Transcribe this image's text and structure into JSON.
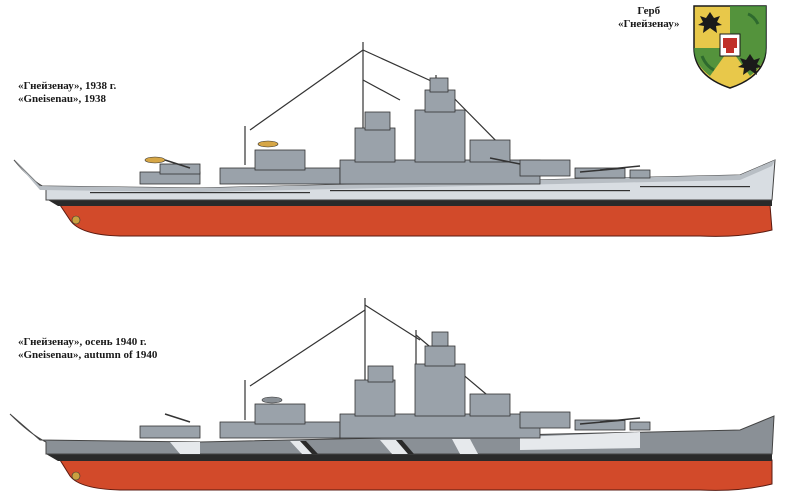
{
  "captions": {
    "ship_1938": {
      "line_ru": "«Гнейзенау», 1938 г.",
      "line_en": "«Gneisenau», 1938"
    },
    "ship_1940": {
      "line_ru": "«Гнейзенау», осень 1940 г.",
      "line_en": "«Gneisenau», autumn of  1940"
    }
  },
  "coat_of_arms": {
    "label": "Герб",
    "name": "«Гнейзенау»",
    "colors": {
      "field_gold": "#e8c84a",
      "field_green": "#3a8a3a",
      "eagle": "#1a1a1a",
      "center_red": "#c0302a"
    }
  },
  "colors": {
    "hull_red": "#d24a2a",
    "hull_gray_light": "#d8dde2",
    "hull_gray_dark": "#6e7378",
    "superstructure": "#9aa2aa",
    "boot_topping": "#2a2a2a"
  }
}
